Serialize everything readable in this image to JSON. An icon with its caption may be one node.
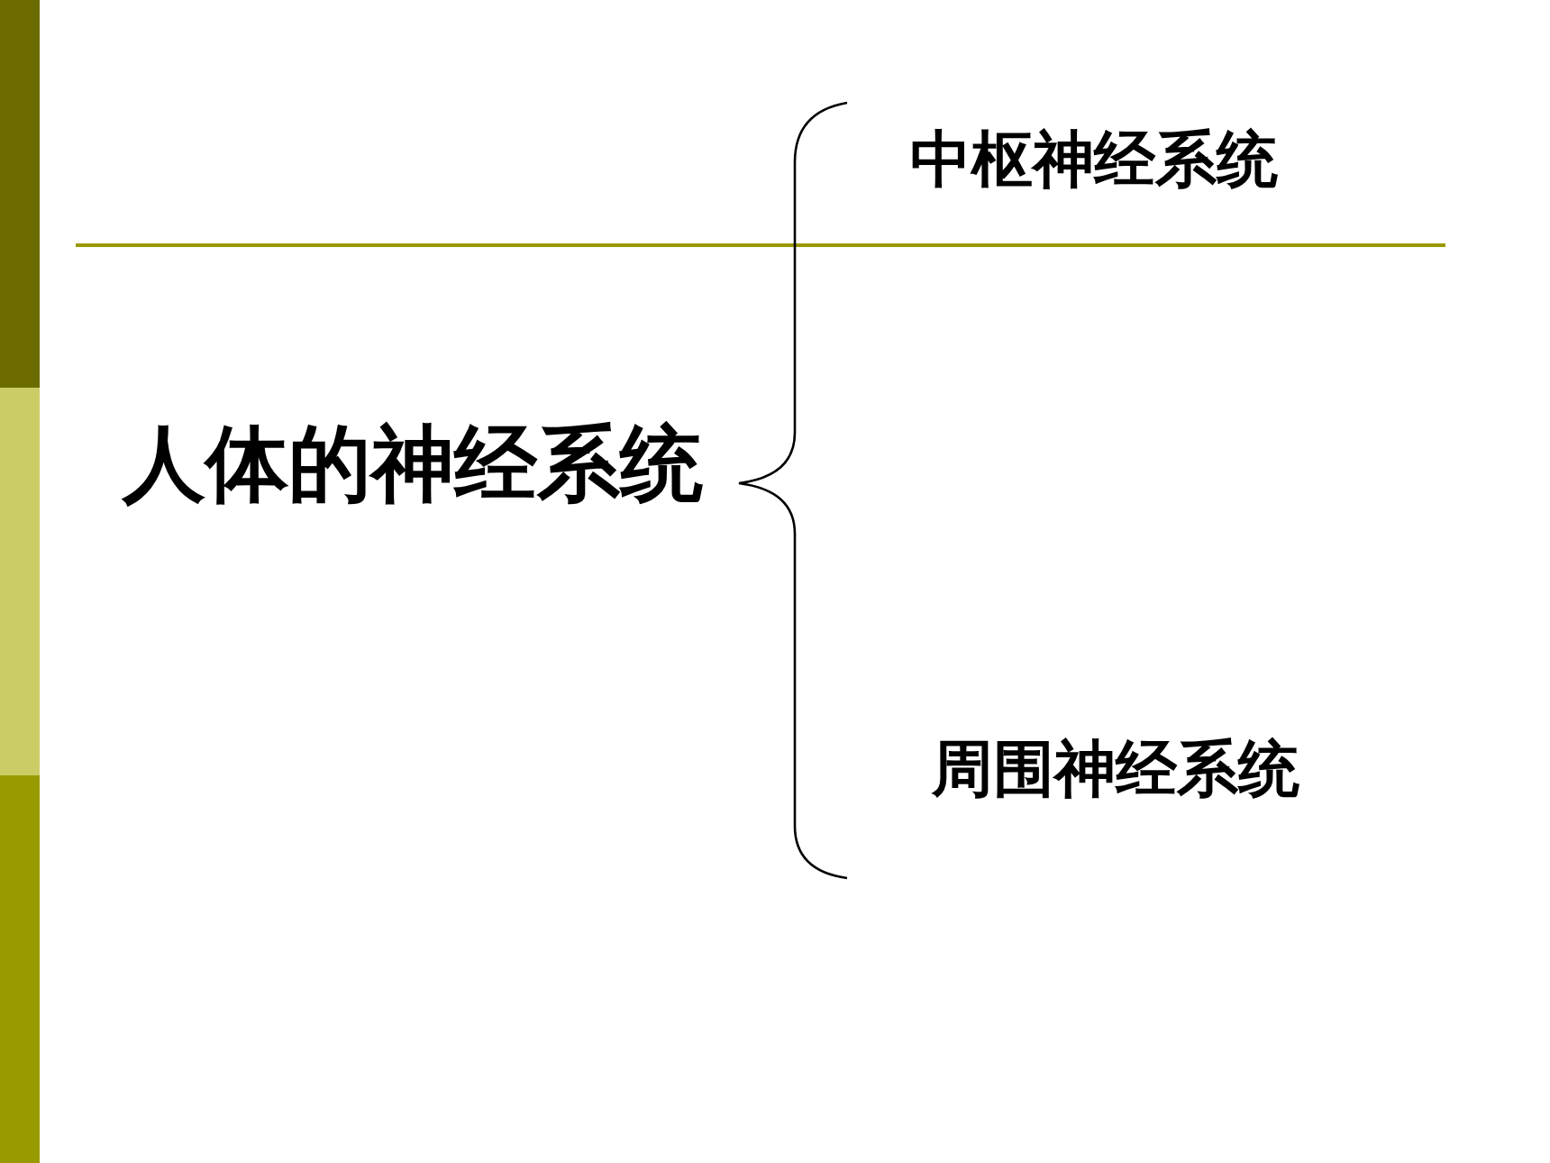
{
  "diagram": {
    "labels": [
      "中枢神经系统",
      "人体的神经系统",
      "周围神经系统"
    ]
  }
}
